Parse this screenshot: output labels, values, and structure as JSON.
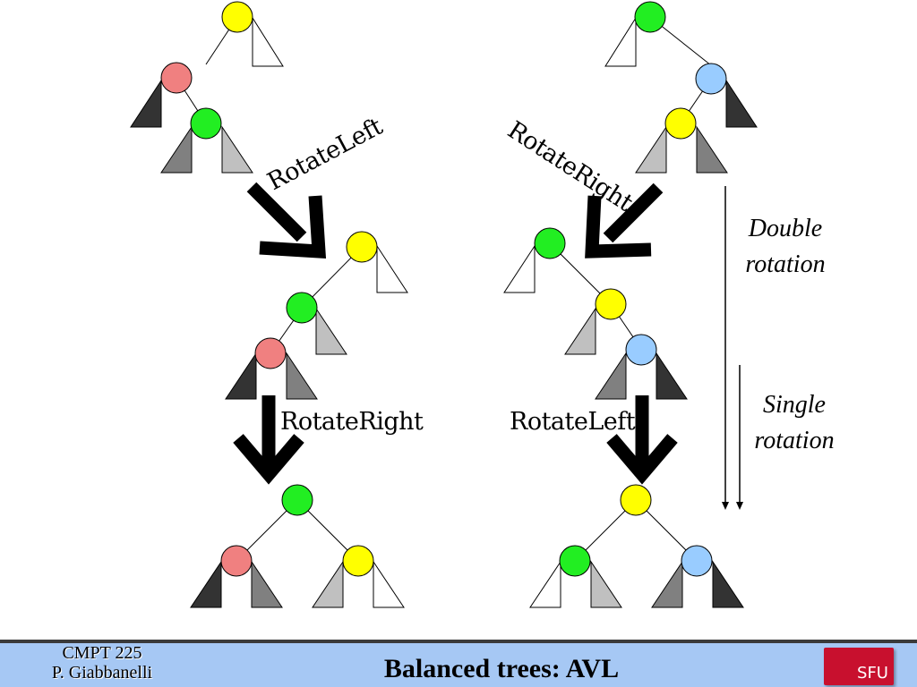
{
  "diagram": {
    "labels": {
      "rotate_left_top": "RotateLeft",
      "rotate_right_top": "RotateRight",
      "rotate_right_bottom": "RotateRight",
      "rotate_left_bottom": "RotateLeft",
      "double_rotation": "Double rotation",
      "single_rotation": "Single rotation"
    },
    "colors": {
      "yellow": "#ffff00",
      "green": "#22ee22",
      "pink": "#f08080",
      "blue": "#99ccff",
      "black_subtree": "#333333",
      "dark_grey_subtree": "#808080",
      "light_grey_subtree": "#c0c0c0",
      "white_subtree": "#ffffff"
    },
    "icons": [
      "down-right-arrow-icon",
      "down-left-arrow-icon",
      "down-arrow-icon"
    ]
  },
  "footer": {
    "course_line1": "CMPT 225",
    "course_line2": "P. Giabbanelli",
    "title": "Balanced trees: AVL",
    "logo_text": "SFU"
  }
}
